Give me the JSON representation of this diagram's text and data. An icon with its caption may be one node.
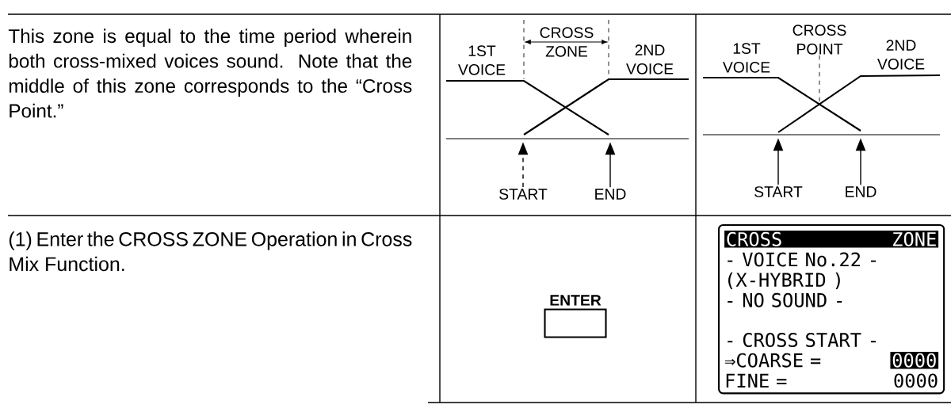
{
  "diagram": {
    "nodes": [
      {
        "text": [],
        "shape": "picture"
      },
      {
        "text": [
          "START"
        ]
      },
      {
        "text": [
          "END"
        ]
      },
      {
        "text": [],
        "shape": "picture"
      },
      {
        "text": [
          "START"
        ]
      },
      {
        "text": [
          "END"
        ]
      },
      {
        "text": [
          "ENTER"
        ]
      },
      {
        "text": [
          "CROSS",
          "ZONE",
          "- VOICE No.22 -",
          "(X-HYBRID )",
          "- NO SOUND -",
          "- CROSS START -",
          "⇒COARSE =",
          "0000",
          "FINE =",
          "0000"
        ]
      }
    ],
    "edges": [
      {
        "from": 1,
        "to": 0,
        "arrow": "to",
        "style": "dashed"
      },
      {
        "from": 2,
        "to": 0,
        "arrow": "to"
      },
      {
        "from": 4,
        "to": 3,
        "arrow": "to"
      },
      {
        "from": 5,
        "to": 3,
        "arrow": "to"
      }
    ],
    "labels": [
      "This zone is equal to the time period wherein both cross-mixed voices sound. Note that the middle of this zone corresponds to the “Cross Point.”",
      "1ST VOICE",
      "CROSS ZONE",
      "2ND VOICE",
      "1ST VOICE",
      "CROSS POINT",
      "2ND VOICE",
      "(1) Enter the CROSS ZONE Operation in Cross Mix Function."
    ]
  }
}
